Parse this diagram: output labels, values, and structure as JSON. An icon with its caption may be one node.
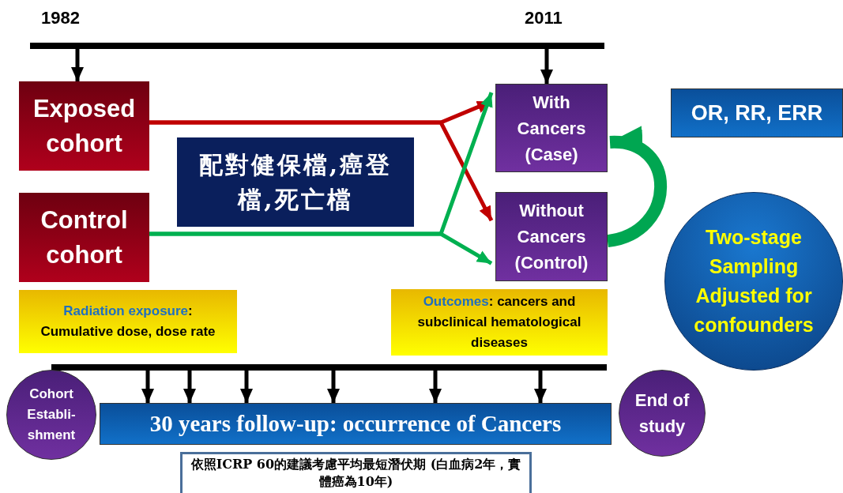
{
  "diagram": {
    "nodes": [
      {
        "text": [
          "Exposed cohort"
        ]
      },
      {
        "text": [
          "Control cohort"
        ]
      },
      {
        "text": [
          "配對健保檔,癌登檔,死亡檔"
        ]
      },
      {
        "text": [
          "With Cancers (Case)"
        ]
      },
      {
        "text": [
          "Without Cancers (Control)"
        ]
      },
      {
        "text": [
          "OR, RR, ERR"
        ]
      },
      {
        "text": [
          "Two-stage Sampling Adjusted for confounders"
        ]
      },
      {
        "text": [
          "Radiation exposure: Cumulative dose, dose rate"
        ]
      },
      {
        "text": [
          "Outcomes: cancers and subclinical hematological diseases"
        ]
      },
      {
        "text": [
          "Cohort Establi-shment"
        ]
      },
      {
        "text": [
          "30 years follow-up: occurrence of Cancers"
        ]
      },
      {
        "text": [
          "End of study"
        ]
      },
      {
        "text": [
          "依照ICRP 60的建議考慮平均最短潛伏期 (白血病2年，實體癌為10年)"
        ]
      }
    ],
    "edges": [
      {
        "from": 0,
        "to": 3,
        "arrow": "to",
        "color": "#c00000"
      },
      {
        "from": 0,
        "to": 4,
        "arrow": "to",
        "color": "#c00000"
      },
      {
        "from": 1,
        "to": 3,
        "arrow": "to",
        "color": "#00b050"
      },
      {
        "from": 1,
        "to": 4,
        "arrow": "to",
        "color": "#00b050"
      },
      {
        "from": 4,
        "to": 3,
        "arrow": "to",
        "style": "thick",
        "color": "#00a651"
      },
      {
        "from": null,
        "to": 0,
        "arrow": "to"
      },
      {
        "from": null,
        "to": 3,
        "arrow": "to"
      },
      {
        "from": null,
        "to": 10,
        "arrow": "to"
      },
      {
        "from": null,
        "to": 10,
        "arrow": "to"
      },
      {
        "from": null,
        "to": 10,
        "arrow": "to"
      },
      {
        "from": null,
        "to": 10,
        "arrow": "to"
      },
      {
        "from": null,
        "to": 10,
        "arrow": "to"
      },
      {
        "from": null,
        "to": 10,
        "arrow": "to"
      }
    ],
    "labels": [
      "1982",
      "2011"
    ]
  }
}
